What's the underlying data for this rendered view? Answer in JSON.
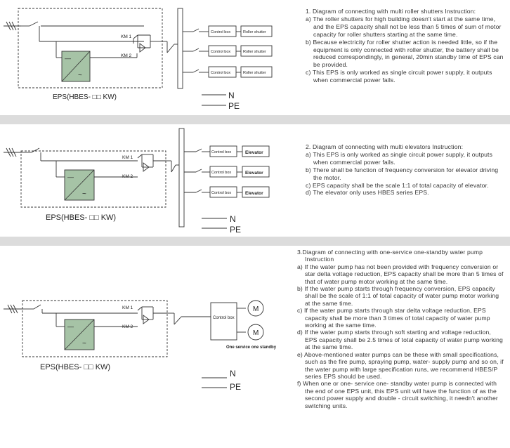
{
  "diagrams": [
    {
      "eps_label": "EPS(HBES- □□ KW)",
      "km1": "KM 1",
      "km2": "KM 2",
      "n_label": "N",
      "pe_label": "PE",
      "control_box": "Control box",
      "load": "Roller shutter",
      "heading": "1. Diagram of connecting with multi roller shutters Instruction:",
      "items": [
        "a) The roller shutters for high building doesn't start at the same time, and the EPS capacity shall not be less than 5 times of sum of motor capacity for roller shutters starting at the same time.",
        "b) Because electricity for roller shutter action is needed little, so if the equipment is only connected with roller shutter, the battery shall be reduced correspondingly, in general, 20min standby time of EPS can be provided.",
        "c) This EPS is only worked as single circuit power supply, it outputs when commercial power fails."
      ]
    },
    {
      "eps_label": "EPS(HBES- □□ KW)",
      "km1": "KM 1",
      "km2": "KM 2",
      "n_label": "N",
      "pe_label": "PE",
      "control_box": "Control box",
      "load": "Elevator",
      "heading": "2. Diagram of connecting with multi elevators Instruction:",
      "items": [
        "a) This EPS is only worked as single circuit power supply, it outputs when commercial power fails.",
        "b) There shall be function of frequency conversion for elevator driving the motor.",
        "c) EPS capacity shall be the scale 1:1 of total capacity of elevator.",
        "d) The elevator only uses HBES series EPS."
      ]
    },
    {
      "eps_label": "EPS(HBES- □□ KW)",
      "km1": "KM 1",
      "km2": "KM 2",
      "n_label": "N",
      "pe_label": "PE",
      "control_box": "Control box",
      "motor": "M",
      "caption": "One service one standby",
      "heading": "3.Diagram of connecting with one-service one-standby water pump Instruction",
      "items": [
        "a) If the water pump has not been provided with frequency conversion or star delta voltage reduction, EPS capacity shall be more than 5 times of that of water pump motor working at the same time.",
        "b) If the water pump starts through frequency conversion, EPS capacity shall be the scale of 1:1 of total capacity of water pump motor working at the same time.",
        "c) If the water pump starts through star delta voltage reduction, EPS capacity shall be more than 3 times of total capacity of water pump working at the same time.",
        "d) If the water pump starts through soft starting and voltage reduction, EPS capacity shall be 2.5 times of total capacity of water pump working at the same time.",
        "e) Above-mentioned water pumps can be these with small specifications, such as the fire pump, spraying pump, water- supply pump and so on, if the water pump with large specification runs, we recommend HBES/P series EPS should be used.",
        "f) When one or one- service one- standby water pump is connected with the end of one EPS unit, this EPS unit will have the function of as the second power supply and double - circuit switching, it needn't another switching units."
      ]
    }
  ]
}
